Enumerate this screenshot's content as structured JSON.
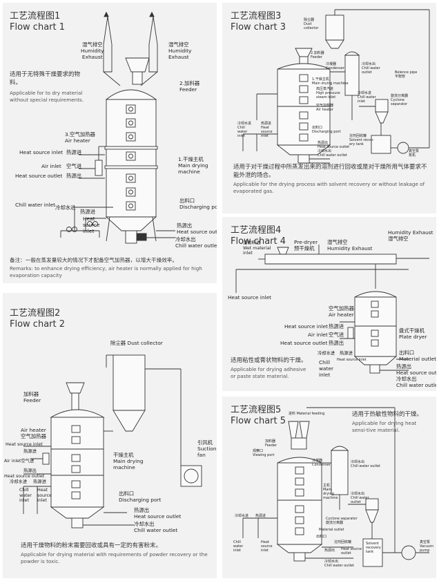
{
  "panel1": {
    "title_cn": "工艺流程图1",
    "title_en": "Flow chart 1",
    "desc_cn": "适用于无特殊干燥要求的物料。",
    "desc_en": "Applicable for to dry material without special requirements.",
    "note_cn": "备注：一般在蒸发量较大的情况下才配备空气加热器，以增大干燥效率。",
    "note_en": "Remarks: to enhance drying efficiency, air heater is normally applied for high evaporation capacity",
    "labels": {
      "humidity_exhaust_left": "湿气排空\nHumidity\nExhaust",
      "humidity_exhaust_right": "湿气排空\nHumidity\nExhaust",
      "feeder": "2.加料器\nFeeder",
      "air_heater": "3.空气加热器\nAir heater",
      "heat_source_inlet": "Heat source inlet",
      "heat_source_inlet_cn": "热源进",
      "air_inlet": "Air inlet",
      "air_inlet_cn": "空气进",
      "heat_source_outlet": "Heat source outlet",
      "heat_source_outlet_cn": "热源出",
      "main_machine": "1.干燥主机\nMain drying\nmachine",
      "chill_water_inlet": "Chill water inlet",
      "chill_water_inlet_cn": "冷却水进",
      "heat_source_inlet2_cn": "热源进",
      "heat_source_inlet2": "Heat\nsource\ninlet",
      "discharging_port": "出料口\nDischarging port",
      "heat_source_outlet2": "热源出\nHeat source outlet",
      "chill_water_outlet": "冷却水出\nChill water outlet"
    }
  },
  "panel2": {
    "title_cn": "工艺流程图2",
    "title_en": "Flow chart 2",
    "desc_cn": "适用干燥物料的粉末需要回收或具有一定的有害粉末。",
    "desc_en": "Applicable for drying material with requirements of powder recovery or the powder is toxic.",
    "labels": {
      "dust_collector": "除尘器 Dust collector",
      "feeder": "加料器\nFeeder",
      "air_heater": "Air heater\n空气加热器",
      "heat_source_inlet": "Heat source inlet",
      "heat_source_inlet_cn": "热源进",
      "air_inlet": "Air inlet空气进",
      "heat_source_outlet_cn": "热源出",
      "heat_source_outlet": "Heat source outlet",
      "chill_water_inlet_cn": "冷却水进",
      "heat_source_in_cn": "热源进",
      "chill_water_inlet": "Chill\nwater\ninlet",
      "heat_source_inlet2": "Heat\nsource\ninlet",
      "main_machine": "干燥主机\nMain drying\nmachine",
      "suction_fan": "引风机\nSuction\nfan",
      "discharging_port": "出料口\nDischarging port",
      "heat_source_outlet2": "热源出\nHeat source outlet",
      "chill_water_outlet": "冷却水出\nChill water outlet"
    }
  },
  "panel3": {
    "title_cn": "工艺流程图3",
    "title_en": "Flow chart 3",
    "desc_cn": "适用于对干燥过程中所蒸发出来的溶剂进行回收或是对干燥所用气体要求不能外泄的场合。",
    "desc_en": "Applicable for the drying process with solvent recovery or without leakage of evaporated gas.",
    "labels": {
      "dust_collector": "除尘器\nDust\ncollector",
      "feeder": "2.加料器\nFeeder",
      "condenser": "冷凝器\nCondenser",
      "chill_water_outlet": "冷却水出\nChill water\noutlet",
      "balance_pipe": "Belence pipe\n平衡管",
      "main_machine": "1.干燥主机\nMain drying machine",
      "high_pressure_steam": "高压蒸汽进\nHigh pressure\nsteam inlet",
      "air_heater": "空气加热器\nAir heater",
      "chill_water_inlet": "冷却水进\nChill water\ninlet",
      "cyclone": "旋流分离器\nCyclone\nseparator",
      "chill_water_inlet_left": "冷却水进\nChill\nwater\ninlet",
      "heat_source_inlet": "热源进\nHeat\nsource\ninlet",
      "discharging_port": "出料口\nDischarging port",
      "solvent_recovery": "溶剂回收罐\nSolvent recov-\nery tank",
      "heat_source_outlet": "热源出\nHeat source outlet",
      "chill_water_outlet2": "冷却水出\nChill water outlet",
      "vacuum_pump": "真空泵\n泵机"
    }
  },
  "panel4": {
    "title_cn": "工艺流程图4",
    "title_en": "Flow chart 4",
    "desc_cn": "适用粘性或膏状物料的干燥。",
    "desc_en": "Applicable for drying adhesive or paste state material.",
    "labels": {
      "wet_material_inlet": "湿物料进\nWet material\ninlet",
      "pre_dryer": "Pre-dryer\n预干燥机",
      "humidity_exhaust": "湿气排空\nHumidity Exhaust",
      "humidity_exhaust_right": "Humidity Exhaust\n湿气排空",
      "heat_source_inlet_top": "Heat source inlet",
      "air_heater": "空气加热器\nAir heater",
      "heat_source_inlet": "Heat source inlet",
      "heat_source_inlet_cn": "热源进",
      "air_inlet": "Air inlet",
      "air_inlet_cn": "空气进",
      "heat_source_outlet": "Heat source outlet",
      "heat_source_outlet_cn": "热源出",
      "plate_dryer": "盘式干燥机\nPlate dryer",
      "chill_water_inlet_cn": "冷却水进",
      "heat_source_in_cn": "热源进",
      "chill_water_inlet": "Chill\nwater\ninlet",
      "heat_source_inlet_small": "Heat source inlet",
      "material_outlet": "出料口\nMaterial outlet",
      "heat_source_outlet2": "热源出\nHeat source outle",
      "chill_water_outlet": "冷却水出\nChill water outlet"
    }
  },
  "panel5": {
    "title_cn": "工艺流程图5",
    "title_en": "Flow chart 5",
    "desc_cn": "适用于热敏性物料的干燥。",
    "desc_en": "Applicable for drying heat sensi-tive material.",
    "labels": {
      "material_feeding": "进料 Material feeding",
      "feeder": "加料器\nFeeder",
      "viewing_port": "观察口\nViewing port",
      "condenser": "冷凝器\nCondenser",
      "chill_water_outlet": "冷却水出\nChill water outlet",
      "main_machine": "主机\nMain\ndrying\nmachine",
      "chill_water_outlet2": "冷却水出\nChill water\noutlet",
      "cyclone": "Cyclone separator\n旋流分离器",
      "material_outlet": "Material outlet",
      "chill_water_inlet_cn": "冷却水进",
      "heat_source_in_cn": "热源进",
      "chill_water_inlet": "Chill\nwater\ninlet",
      "heat_source_inlet": "Heat\nsource\ninlet",
      "discharge_port_cn": "出料口",
      "solvent_recovery_cn": "溶剂回收罐",
      "heat_source_outlet_cn": "热源出",
      "heat_source_outlet": "Heat source\noutlet",
      "chill_water_outlet3": "冷却水出\nChill water outlet",
      "solvent_recovery_tank": "Solvent\nrecovery\ntank",
      "vacuum_pump": "真空泵\nVacuum\npump"
    }
  }
}
